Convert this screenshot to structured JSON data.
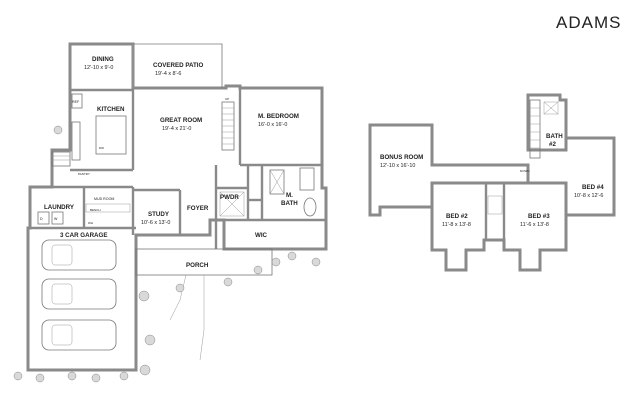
{
  "title": "ADAMS",
  "rooms": {
    "dining": {
      "name": "DINING",
      "dim": "12'-10 x 9'-0"
    },
    "covered_patio": {
      "name": "COVERED PATIO",
      "dim": "19'-4 x 8'-6"
    },
    "kitchen": {
      "name": "KITCHEN"
    },
    "great_room": {
      "name": "GREAT ROOM",
      "dim": "19'-4 x 21'-0"
    },
    "m_bedroom": {
      "name": "M. BEDROOM",
      "dim": "16'-0 x 16'-0"
    },
    "laundry": {
      "name": "LAUNDRY"
    },
    "mud_room": {
      "name": "MUD ROOM"
    },
    "study": {
      "name": "STUDY",
      "dim": "10'-6 x 13'-0"
    },
    "foyer": {
      "name": "FOYER"
    },
    "pwdr": {
      "name": "PWDR"
    },
    "m_bath_line1": {
      "name": "M."
    },
    "m_bath_line2": {
      "name": "BATH"
    },
    "wic": {
      "name": "WIC"
    },
    "garage": {
      "name": "3 CAR GARAGE"
    },
    "porch": {
      "name": "PORCH"
    },
    "bonus_room": {
      "name": "BONUS ROOM",
      "dim": "12'-10 x 16'-10"
    },
    "bath2": {
      "name": "BATH",
      "sub": "#2"
    },
    "bed2": {
      "name": "BED #2",
      "dim": "11'-8 x 13'-8"
    },
    "bed3": {
      "name": "BED #3",
      "dim": "11'-6 x 13'-8"
    },
    "bed4": {
      "name": "BED #4",
      "dim": "10'-8 x 12'-6"
    }
  },
  "labels": {
    "ref": "REF",
    "pantry": "PANTRY",
    "bench": "BENCH",
    "dw": "DW",
    "d": "D",
    "w": "W",
    "wh": "WH",
    "up": "UP",
    "down": "DOWN"
  }
}
